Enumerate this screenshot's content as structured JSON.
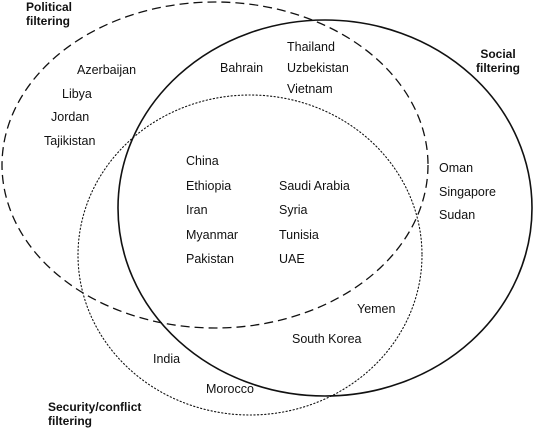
{
  "sets": {
    "political": {
      "line1": "Political",
      "line2": "filtering",
      "stroke": "dashed"
    },
    "social": {
      "line1": "Social",
      "line2": "filtering",
      "stroke": "solid"
    },
    "security": {
      "line1": "Security/conflict",
      "line2": "filtering",
      "stroke": "dotted"
    }
  },
  "regions": {
    "political_only": [
      "Azerbaijan",
      "Libya",
      "Jordan",
      "Tajikistan"
    ],
    "political_social": [
      "Bahrain"
    ],
    "political_social_b": [
      "Thailand",
      "Uzbekistan",
      "Vietnam"
    ],
    "all_three_left": [
      "China",
      "Ethiopia",
      "Iran",
      "Myanmar",
      "Pakistan"
    ],
    "all_three_right": [
      "Saudi Arabia",
      "Syria",
      "Tunisia",
      "UAE"
    ],
    "social_only": [
      "Oman",
      "Singapore",
      "Sudan"
    ],
    "social_security_a": [
      "Yemen"
    ],
    "social_security_b": [
      "South Korea"
    ],
    "security_only_a": [
      "India"
    ],
    "security_only_b": [
      "Morocco"
    ]
  },
  "colors": {
    "ink": "#111111",
    "background": "#ffffff"
  }
}
